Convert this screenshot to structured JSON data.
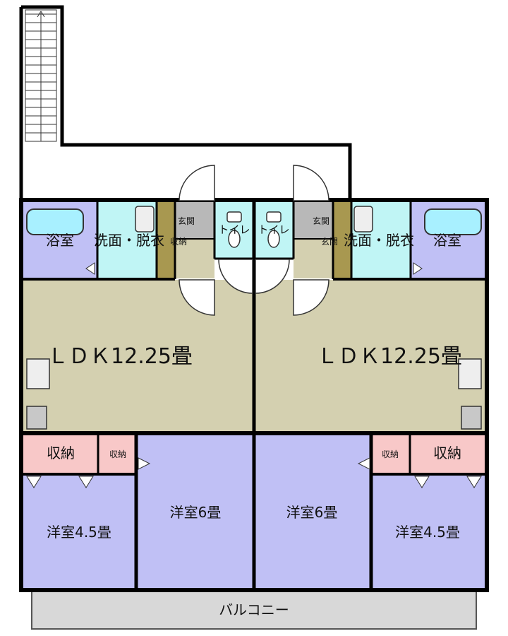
{
  "colors": {
    "ldk": "#d4d0b0",
    "western_room": "#c0c0f5",
    "bath": "#c0c0f5",
    "washroom": "#c0f5f5",
    "toilet": "#c0f5f5",
    "storage": "#f8c8c8",
    "entrance": "#b8b8b8",
    "entrance_storage": "#a89850",
    "balcony": "#d8d8d8",
    "wall": "#000000",
    "door": "#ffffff"
  },
  "labels": {
    "left": {
      "bath": "浴室",
      "washroom": "洗面・脱衣",
      "storage_small": "収納",
      "entrance": "玄関",
      "toilet": "トイレ",
      "ldk": "ＬＤＫ12.25畳",
      "storage_a": "収納",
      "storage_b": "収納",
      "room_6": "洋室6畳",
      "room_45": "洋室4.5畳"
    },
    "right": {
      "bath": "浴室",
      "washroom": "洗面・脱衣",
      "storage_small": "玄関",
      "entrance": "玄関",
      "toilet": "トイレ",
      "ldk": "ＬＤＫ12.25畳",
      "storage_a": "収納",
      "storage_b": "収納",
      "room_6": "洋室6畳",
      "room_45": "洋室4.5畳"
    },
    "balcony": "バルコニー"
  }
}
